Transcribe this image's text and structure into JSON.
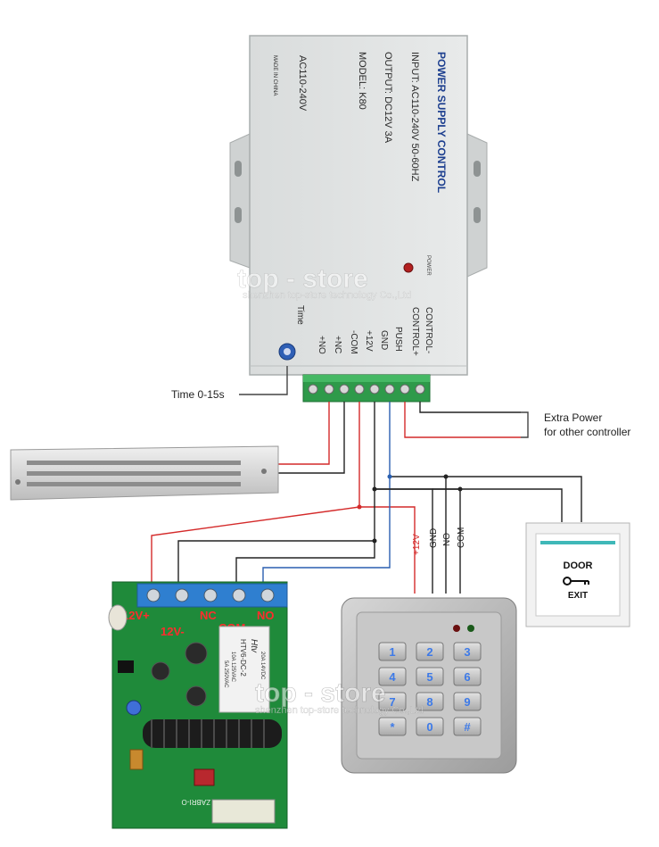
{
  "power_supply": {
    "title": "POWER SUPPLY CONTROL",
    "input": "INPUT: AC110-240V  50-60HZ",
    "output": "OUTPUT: DC12V  3A",
    "model": "MODEL: K80",
    "ac": "AC110-240V",
    "made_in": "MADE IN CHINA",
    "power_led_label": "POWER",
    "time_label": "Time",
    "terminals": [
      "CONTROL-",
      "CONTROL+",
      "PUSH",
      "GND",
      "+12V",
      "-COM",
      "+NC",
      "+NO"
    ]
  },
  "annotations": {
    "time_range": "Time 0-15s",
    "extra_power_line1": "Extra Power",
    "extra_power_line2": "for other controller"
  },
  "watermark": {
    "brand": "top - store",
    "company": "shenzhen top-store technology Co.,Ltd"
  },
  "wire_labels": [
    "+12V",
    "GND",
    "NO",
    "COM"
  ],
  "exit_button": {
    "line1": "DOOR",
    "line2": "EXIT"
  },
  "receiver": {
    "top_labels": [
      "12V+",
      "NC",
      "COM",
      "NO"
    ],
    "bottom_label": "12V-",
    "relay_brand": "Htv",
    "relay_model": "HTV6-DC-2",
    "relay_specs": [
      "20A 14VDC",
      "10A 125VAC",
      "5A 250VAC"
    ],
    "board_text": "ZABRI-O"
  },
  "keypad": {
    "keys": [
      "1",
      "2",
      "3",
      "4",
      "5",
      "6",
      "7",
      "8",
      "9",
      "*",
      "0",
      "#"
    ]
  },
  "colors": {
    "red_wire": "#d42a2a",
    "black_wire": "#222222",
    "blue_wire": "#2a5fb0",
    "terminal_green": "#2e9a4a",
    "pcb_green": "#1f8a3a",
    "terminal_blue": "#2f7fd0",
    "key_blue": "#3d7ae8"
  }
}
